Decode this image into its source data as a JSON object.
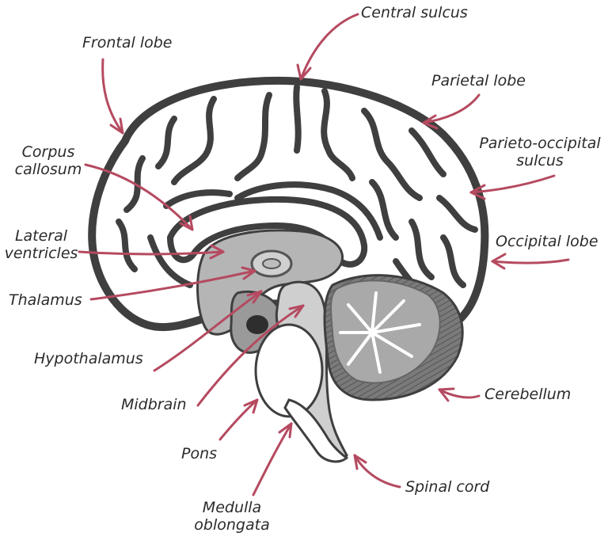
{
  "labels": {
    "central_sulcus": "Central sulcus",
    "frontal_lobe": "Frontal lobe",
    "parietal_lobe": "Parietal lobe",
    "parieto_occipital_sulcus": "Parieto-occipital\nsulcus",
    "corpus_callosum": "Corpus\ncallosum",
    "lateral_ventricles": "Lateral\nventricles",
    "occipital_lobe": "Occipital lobe",
    "thalamus": "Thalamus",
    "hypothalamus": "Hypothalamus",
    "cerebellum": "Cerebellum",
    "midbrain": "Midbrain",
    "pons": "Pons",
    "spinal_cord": "Spinal cord",
    "medulla_oblongata": "Medulla\noblongata"
  },
  "colors": {
    "arrow": "#b54a60",
    "outline": "#3f3f3f",
    "grey_fill": "#b0b0b0",
    "dark_fill": "#777777",
    "light_fill": "#d9d9d9"
  }
}
